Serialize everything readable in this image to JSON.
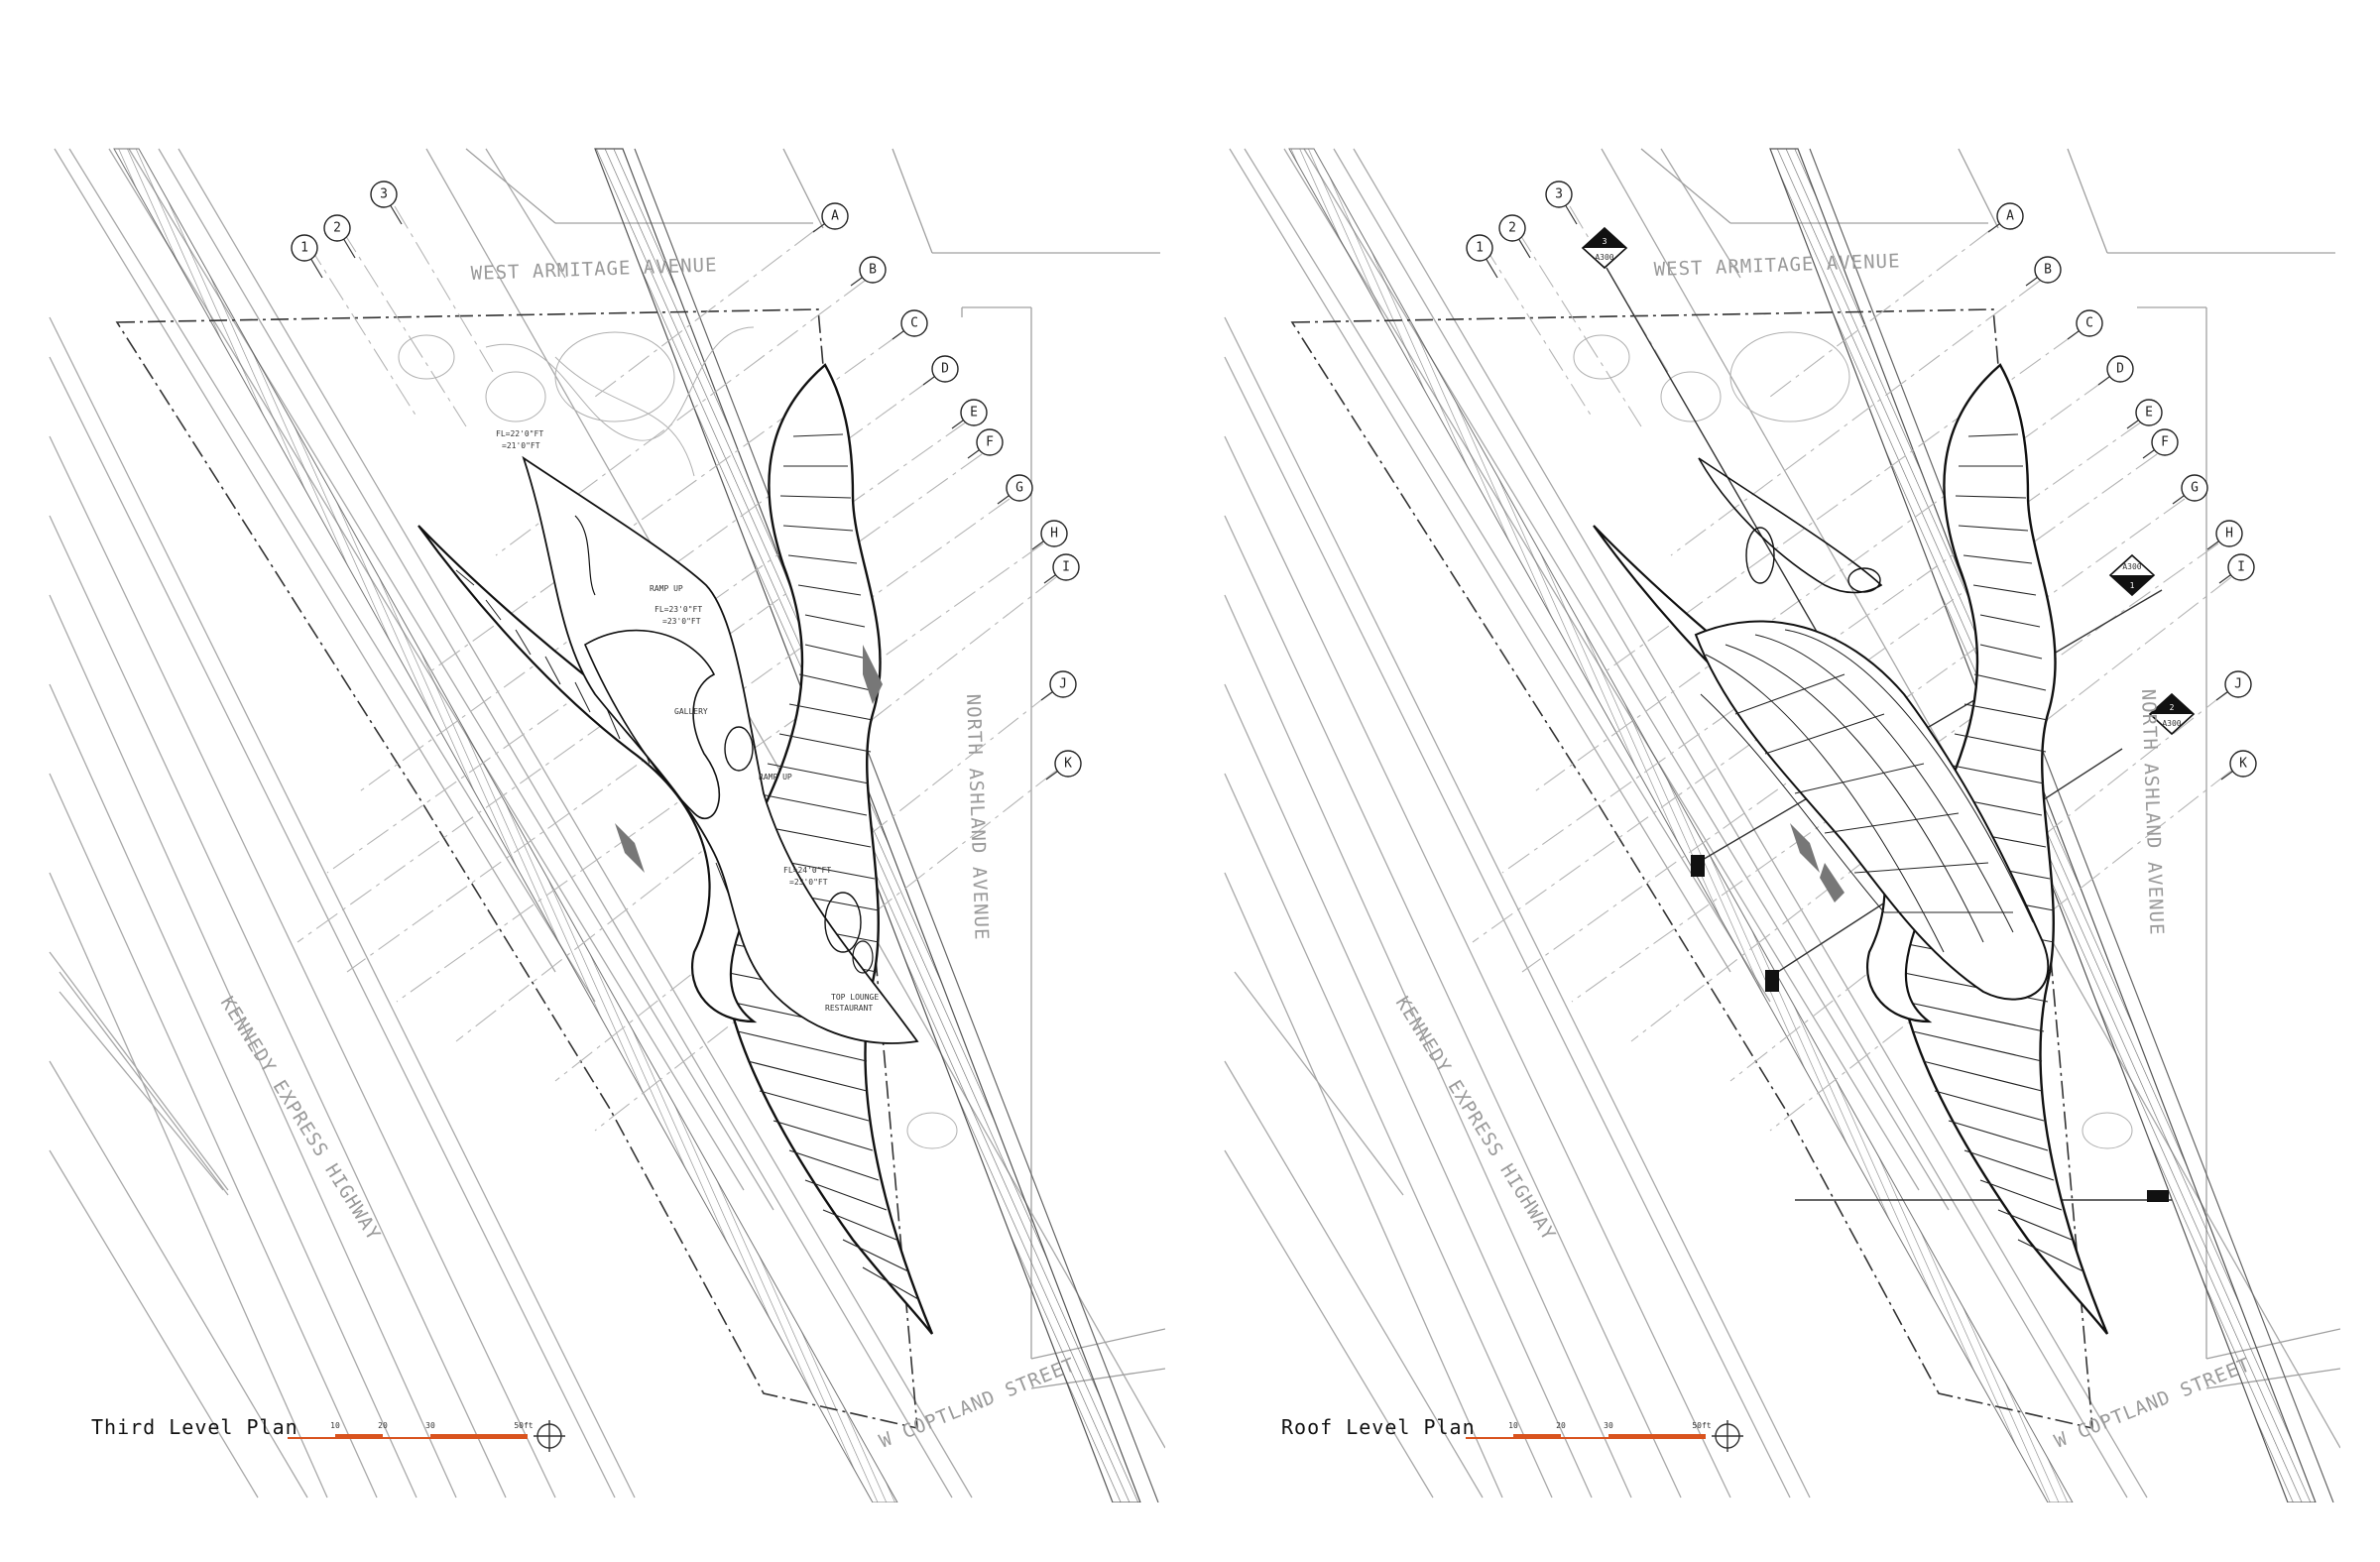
{
  "plans": [
    {
      "title": "Third Level Plan",
      "streets": {
        "north": "WEST ARMITAGE AVENUE",
        "east": "NORTH ASHLAND AVENUE",
        "west": "KENNEDY EXPRESS HIGHWAY",
        "south": "W COPTLAND STREET"
      },
      "grid_numbers": [
        "1",
        "2",
        "3"
      ],
      "grid_letters": [
        "A",
        "B",
        "C",
        "D",
        "E",
        "F",
        "G",
        "H",
        "I",
        "J",
        "K"
      ],
      "room_labels": {
        "gallery": "GALLERY",
        "ramp_up_1": "RAMP UP",
        "ramp_up_2": "RAMP UP",
        "lounge": "TOP LOUNGE",
        "restaurant": "RESTAURANT",
        "fl1": "FL=22'0\"FT",
        "fl1b": "=21'0\"FT",
        "fl2": "FL=23'0\"FT",
        "fl2b": "=23'0\"FT",
        "fl3": "FL=24'0\"FT",
        "fl3b": "=23'0\"FT"
      },
      "scale_ticks": [
        "10",
        "20",
        "30",
        "50ft"
      ]
    },
    {
      "title": "Roof Level Plan",
      "streets": {
        "north": "WEST ARMITAGE AVENUE",
        "east": "NORTH ASHLAND AVENUE",
        "west": "KENNEDY EXPRESS HIGHWAY",
        "south": "W COPTLAND STREET"
      },
      "grid_numbers": [
        "1",
        "2",
        "3"
      ],
      "grid_letters": [
        "A",
        "B",
        "C",
        "D",
        "E",
        "F",
        "G",
        "H",
        "I",
        "J",
        "K"
      ],
      "section_markers": [
        {
          "num": "3",
          "sheet": "A300"
        },
        {
          "num": "1",
          "sheet": "A300"
        },
        {
          "num": "2",
          "sheet": "A300"
        }
      ],
      "scale_ticks": [
        "10",
        "20",
        "30",
        "50ft"
      ]
    }
  ],
  "colors": {
    "line": "#9a9a9a",
    "ink": "#111111",
    "scale_bar": "#d9531e"
  }
}
